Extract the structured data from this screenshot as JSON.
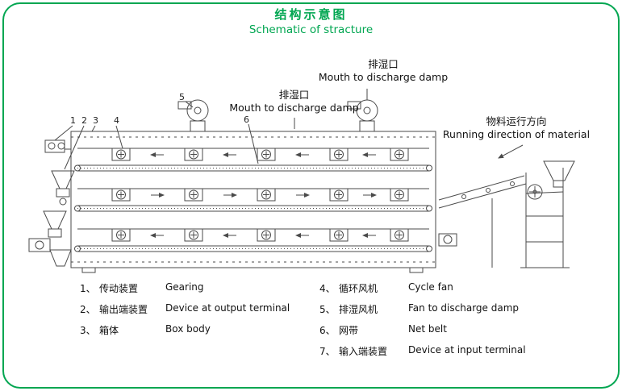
{
  "title": {
    "zh": "结构示意图",
    "en": "Schematic of stracture"
  },
  "colors": {
    "accent": "#00a651",
    "line": "#4a4a4a"
  },
  "annotations": {
    "damp_left": {
      "zh": "排湿口",
      "en": "Mouth to discharge damp"
    },
    "damp_right": {
      "zh": "排湿口",
      "en": "Mouth to discharge damp"
    },
    "running": {
      "zh": "物料运行方向",
      "en": "Running direction of material"
    },
    "part_numbers": [
      "1",
      "2",
      "3",
      "4",
      "5",
      "6"
    ]
  },
  "legend": {
    "left": [
      {
        "num": "1、",
        "zh": "传动装置",
        "en": "Gearing"
      },
      {
        "num": "2、",
        "zh": "输出端装置",
        "en": "Device at output terminal"
      },
      {
        "num": "3、",
        "zh": "箱体",
        "en": "Box body"
      }
    ],
    "right": [
      {
        "num": "4、",
        "zh": "循环风机",
        "en": "Cycle fan"
      },
      {
        "num": "5、",
        "zh": "排湿风机",
        "en": "Fan to discharge damp"
      },
      {
        "num": "6、",
        "zh": "网带",
        "en": "Net belt"
      },
      {
        "num": "7、",
        "zh": "输入端装置",
        "en": "Device at input terminal"
      }
    ]
  }
}
